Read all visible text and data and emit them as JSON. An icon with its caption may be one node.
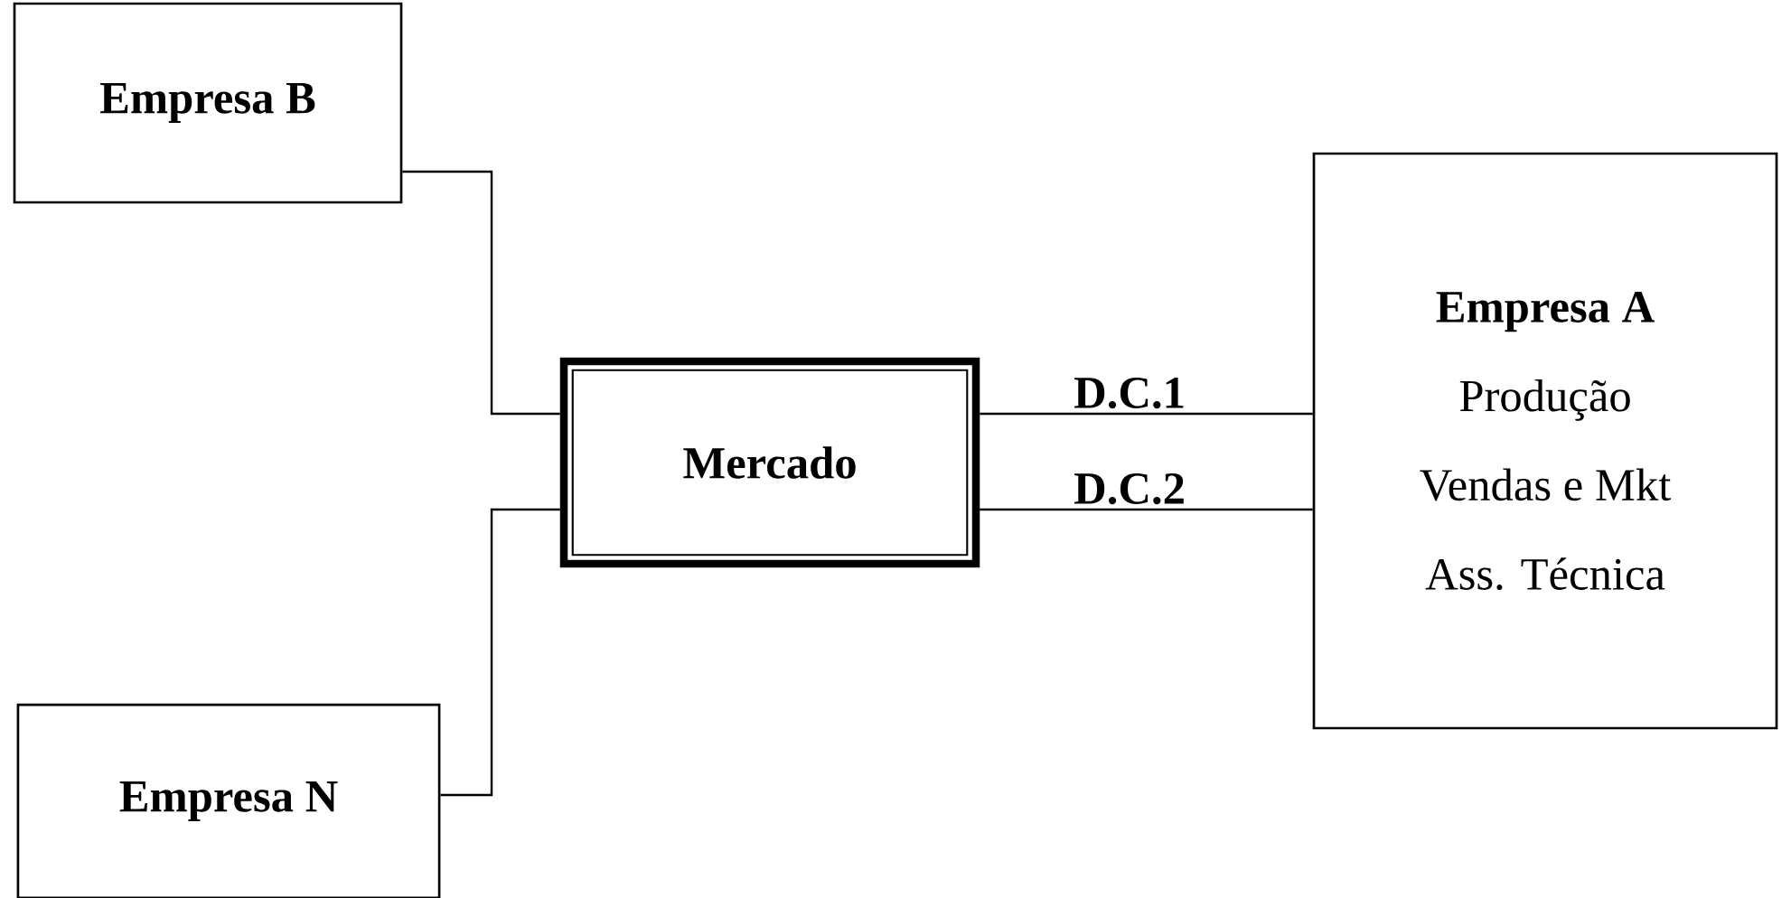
{
  "diagram": {
    "nodes": [
      {
        "text": [
          "Empresa B"
        ]
      },
      {
        "text": [
          "Empresa N"
        ]
      },
      {
        "text": [
          "Mercado"
        ]
      },
      {
        "text": [
          "Empresa A",
          "Produção",
          "Vendas e Mkt",
          "Ass. Técnica"
        ]
      }
    ],
    "edges": [
      {
        "from": 0,
        "to": 2,
        "arrow": "none"
      },
      {
        "from": 1,
        "to": 2,
        "arrow": "none"
      },
      {
        "from": 2,
        "to": 3,
        "arrow": "none",
        "label": "D.C.1"
      },
      {
        "from": 2,
        "to": 3,
        "arrow": "none",
        "label": "D.C.2"
      }
    ]
  }
}
